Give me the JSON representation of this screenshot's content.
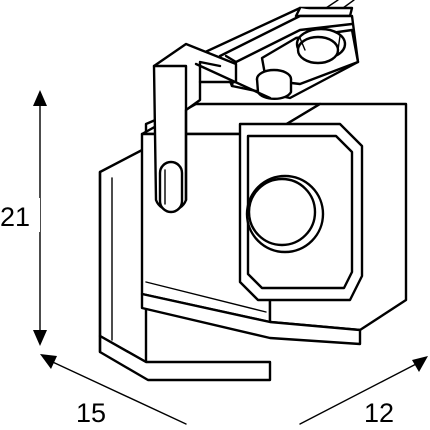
{
  "dimensions": {
    "height_label": "21",
    "width_label": "15",
    "depth_label": "12"
  },
  "colors": {
    "ink": "#000000",
    "fill": "#ffffff",
    "shade": "#e9e9e9"
  }
}
